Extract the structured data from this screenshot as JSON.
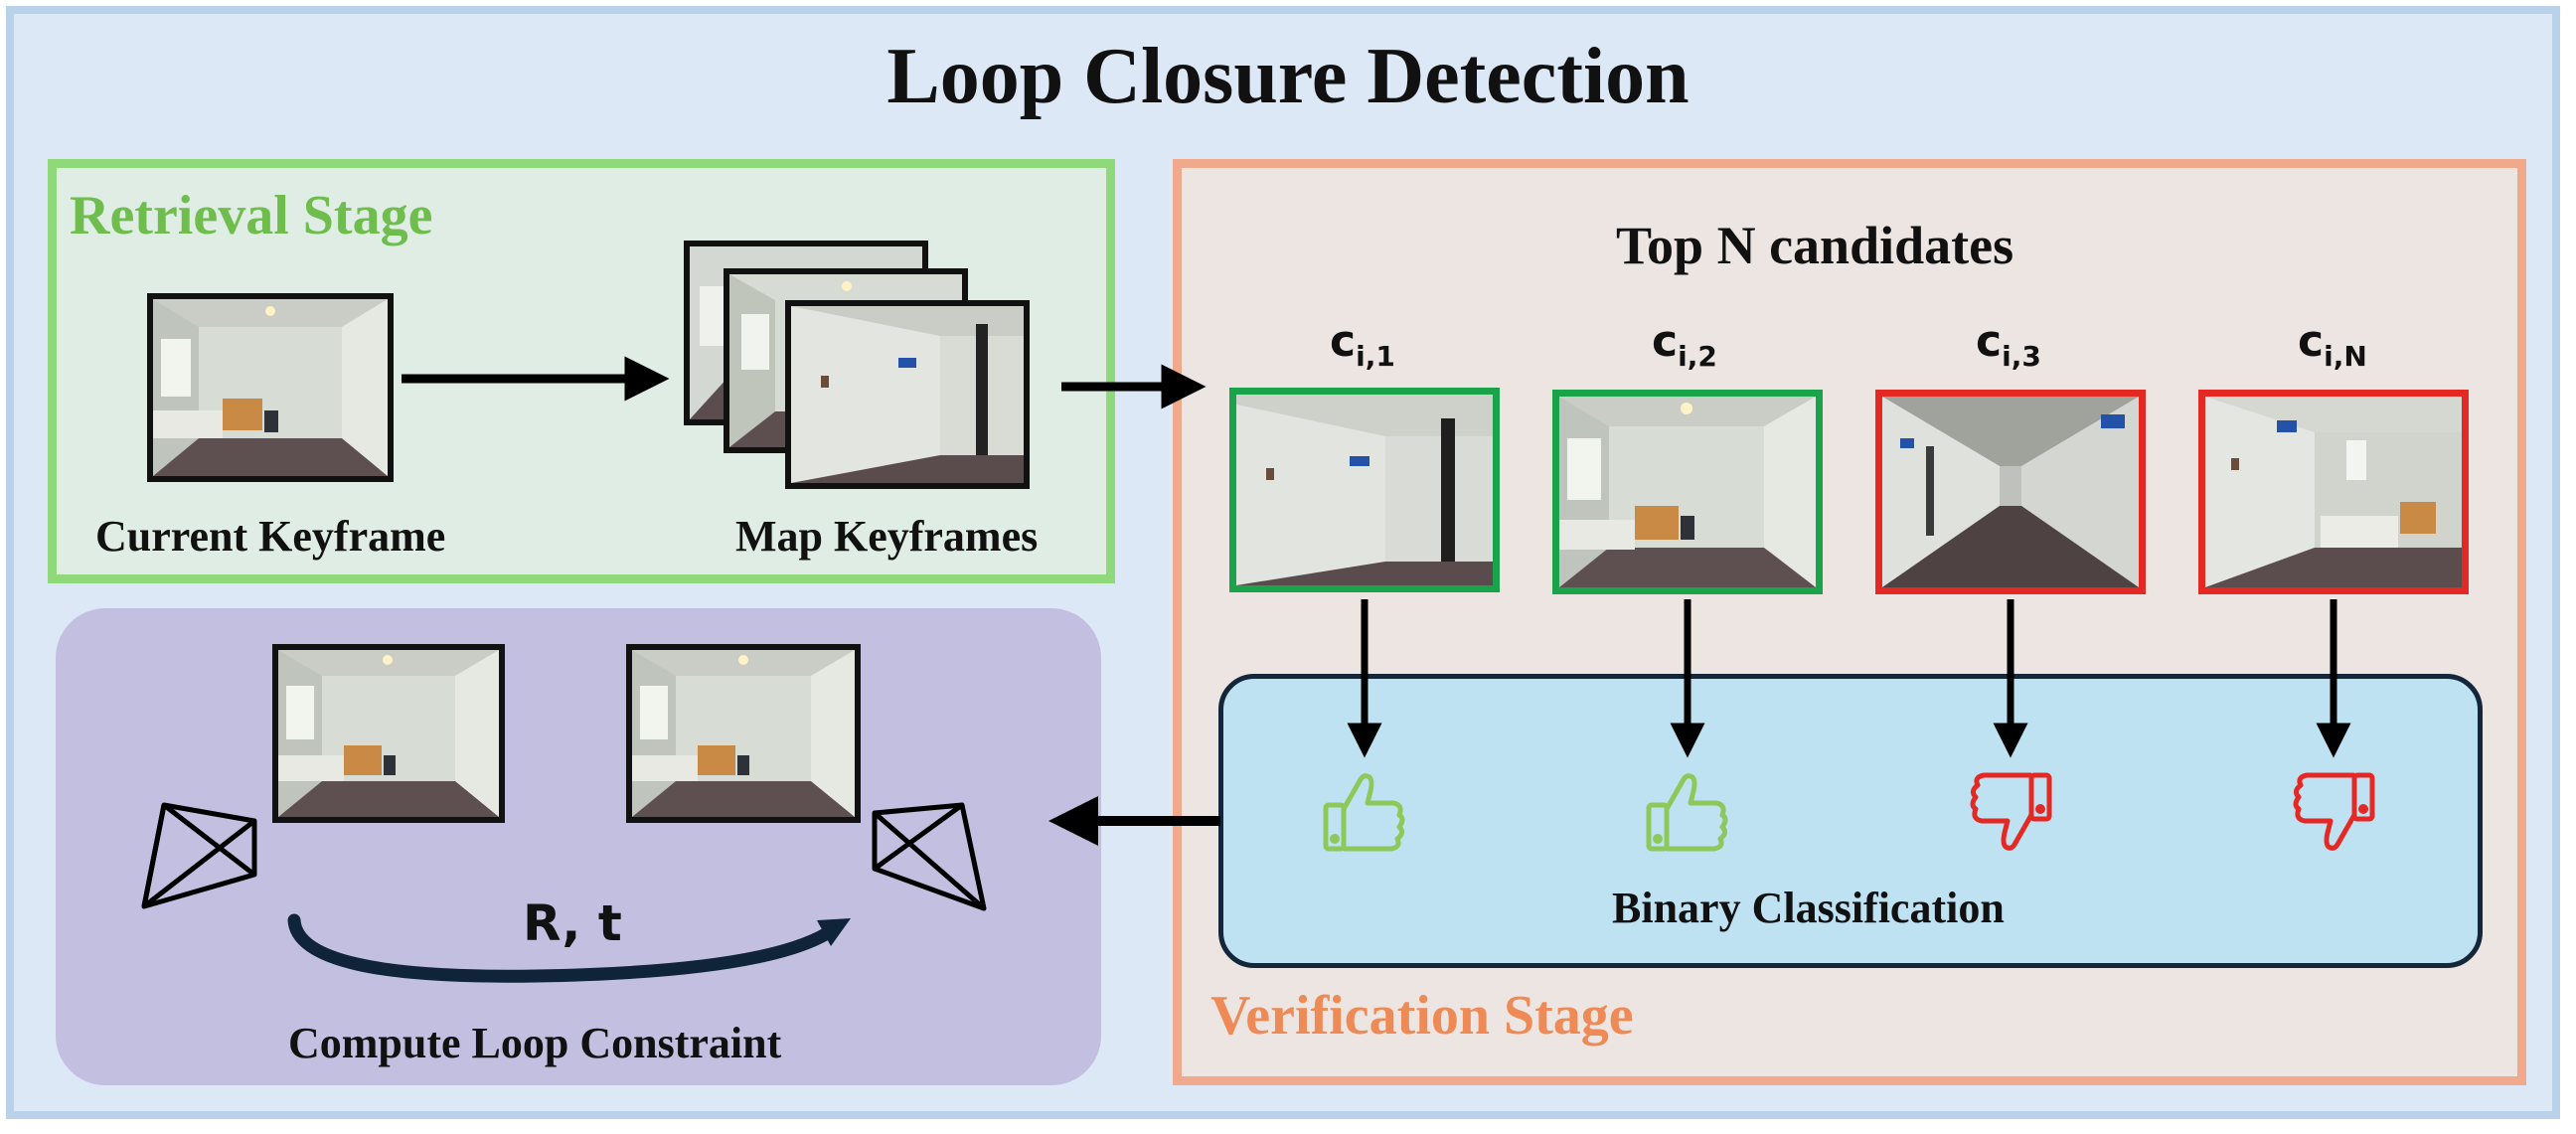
{
  "title": "Loop Closure Detection",
  "retrieval": {
    "stage_label": "Retrieval Stage",
    "current_caption": "Current Keyframe",
    "map_caption": "Map Keyframes"
  },
  "verification": {
    "stage_label": "Verification Stage",
    "top_label": "Top N candidates",
    "candidates": [
      {
        "var": "c",
        "sub": "i,1",
        "accepted": true,
        "scene": "corridor-door"
      },
      {
        "var": "c",
        "sub": "i,2",
        "accepted": true,
        "scene": "room"
      },
      {
        "var": "c",
        "sub": "i,3",
        "accepted": false,
        "scene": "hallway"
      },
      {
        "var": "c",
        "sub": "i,N",
        "accepted": false,
        "scene": "room-side"
      }
    ],
    "binary_label": "Binary Classification"
  },
  "compute": {
    "caption": "Compute Loop Constraint",
    "transform_label": "R, t"
  },
  "colors": {
    "accept": "#8cc85a",
    "reject": "#e42824",
    "accept_border": "#1aa34a",
    "reject_border": "#e42824"
  },
  "icons": [
    "thumbs-up-icon",
    "thumbs-down-icon",
    "camera-frustum-icon",
    "arrow-icon"
  ]
}
